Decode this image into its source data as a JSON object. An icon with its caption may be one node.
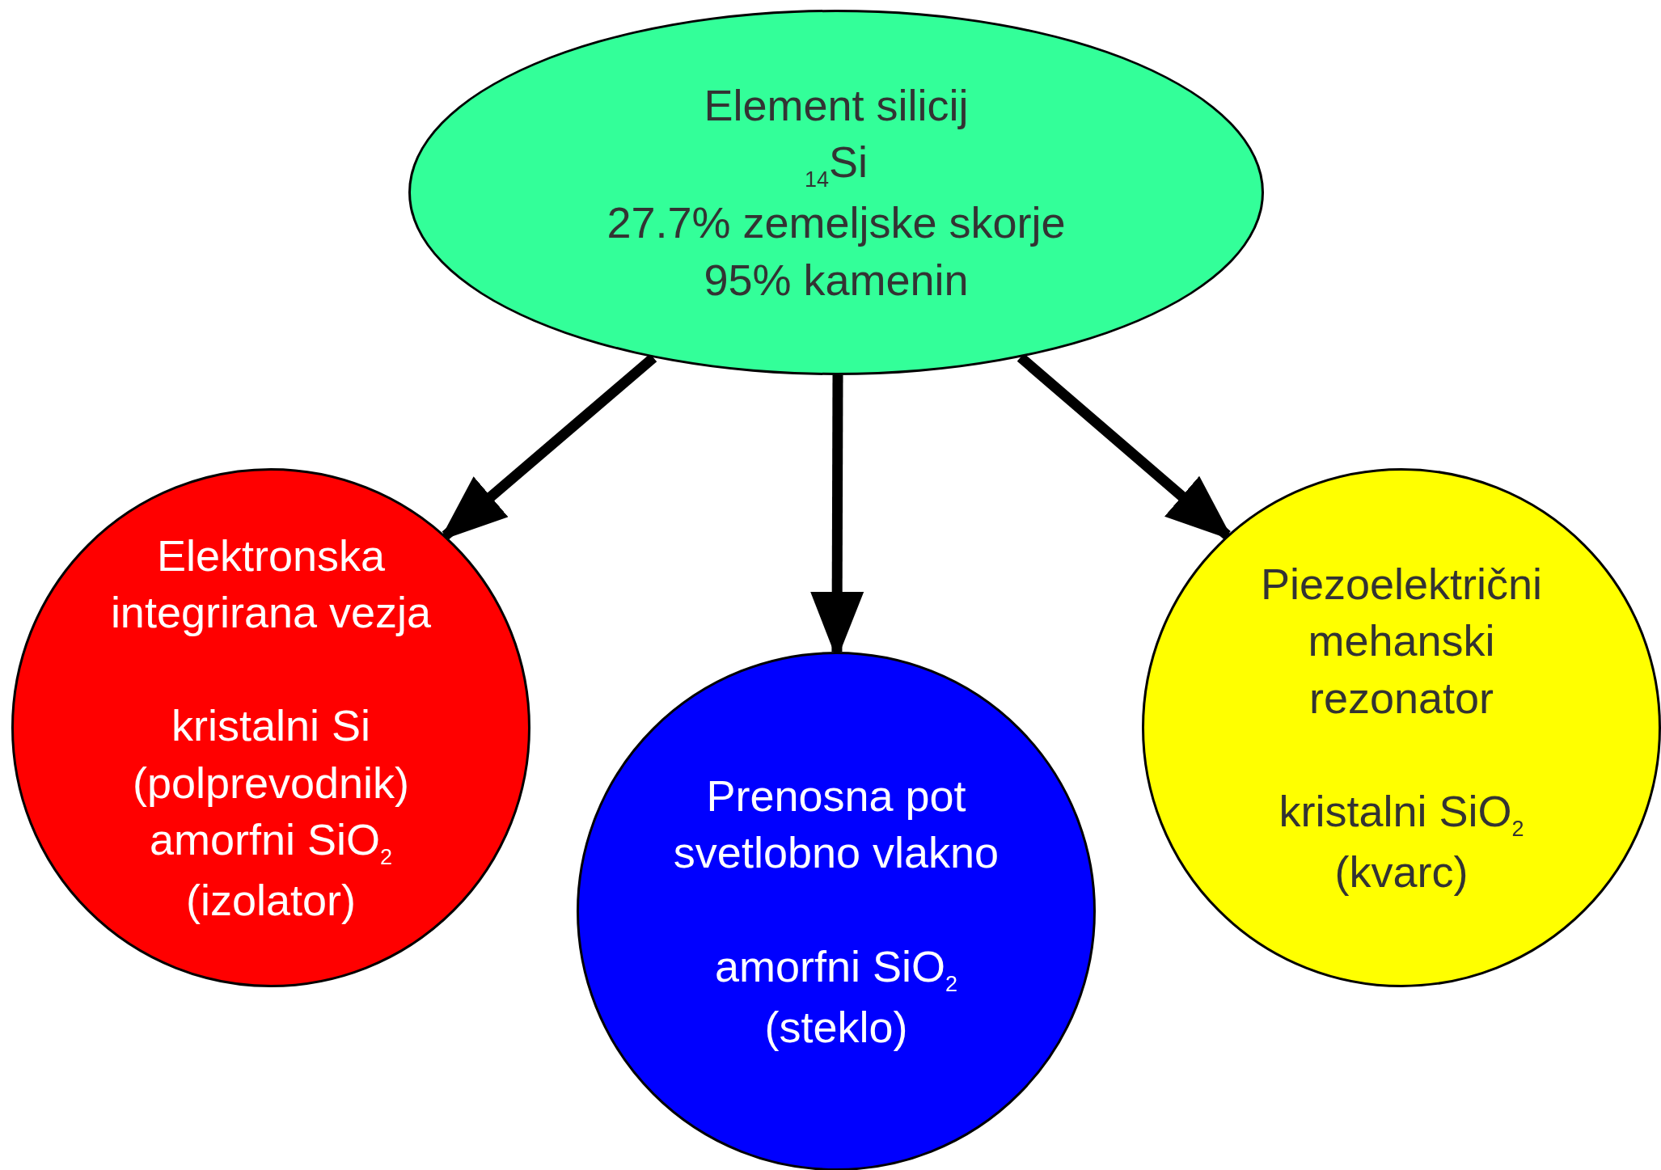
{
  "diagram": {
    "nodes": [
      {
        "text": [
          "Element silicij",
          "$_{14}$Si",
          "27.7% zemeljske skorje",
          "95% kamenin"
        ]
      },
      {
        "text": [
          "Elektronska integrirana vezja",
          "kristalni Si (polprevodnik)",
          "amorfni SiO$_{2}$ (izolator)"
        ]
      },
      {
        "text": [
          "Prenosna pot svetlobno vlakno",
          "amorfni SiO$_{2}$ (steklo)"
        ]
      },
      {
        "text": [
          "Piezoelektrični mehanski rezonator",
          "kristalni SiO$_{2}$ (kvarc)"
        ]
      }
    ],
    "edges": [
      {
        "from": 0,
        "to": 1,
        "arrow": "to"
      },
      {
        "from": 0,
        "to": 2,
        "arrow": "to"
      },
      {
        "from": 0,
        "to": 3,
        "arrow": "to"
      }
    ]
  }
}
